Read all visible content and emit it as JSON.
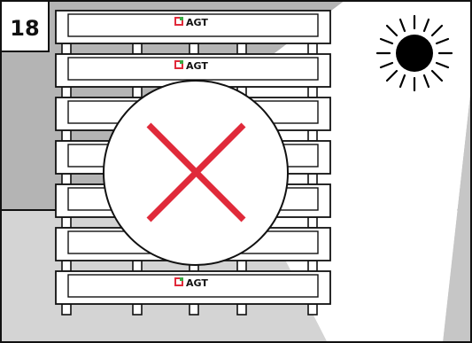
{
  "step": {
    "number": "18"
  },
  "brand": {
    "name": "AGT",
    "mark_color": "#e02a3a",
    "mark_accent": "#3aa843"
  },
  "colors": {
    "wall": "#b4b4b4",
    "floor": "#d4d4d4",
    "shadow": "#c6c6c6",
    "outline": "#111111",
    "prohibition": "#e02a3a",
    "sun": "#000000"
  },
  "icons": {
    "sun": "sun-icon",
    "prohibited": "prohibited-cross-icon",
    "logo": "agt-logo-icon"
  },
  "stack": {
    "pallet_count": 7,
    "labeled_pallets": [
      0,
      1,
      6
    ]
  }
}
